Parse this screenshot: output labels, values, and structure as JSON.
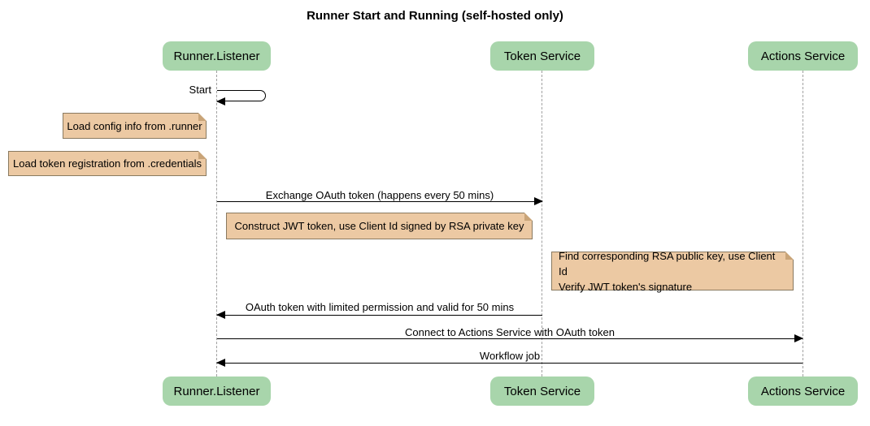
{
  "title": "Runner Start and Running (self-hosted only)",
  "colors": {
    "bg": "#ffffff",
    "text_color": "#000000",
    "actor_fill": "#a8d5ab",
    "note_fill": "#ecc9a3",
    "note_border": "#8a7a60",
    "note_fold": "#c9a478",
    "lifeline_color": "#a0a0a0",
    "arrow_color": "#000000"
  },
  "actors": [
    {
      "id": "runner-listener",
      "label": "Runner.Listener"
    },
    {
      "id": "token-service",
      "label": "Token Service"
    },
    {
      "id": "actions-service",
      "label": "Actions Service"
    }
  ],
  "messages": [
    {
      "label": "Start",
      "type": "self",
      "from": "runner-listener",
      "to": "runner-listener"
    },
    {
      "label": "Exchange OAuth token (happens every 50 mins)",
      "type": "solid",
      "from": "runner-listener",
      "to": "token-service"
    },
    {
      "label": "OAuth token with limited permission and valid for 50 mins",
      "type": "solid",
      "from": "token-service",
      "to": "runner-listener"
    },
    {
      "label": "Connect to Actions Service with OAuth token",
      "type": "solid",
      "from": "runner-listener",
      "to": "actions-service"
    },
    {
      "label": "Workflow job",
      "type": "solid",
      "from": "actions-service",
      "to": "runner-listener"
    }
  ],
  "notes": [
    {
      "position": "left-of runner-listener",
      "lines": [
        "Load config info from .runner"
      ]
    },
    {
      "position": "left-of runner-listener",
      "lines": [
        "Load token registration from .credentials"
      ]
    },
    {
      "position": "right-of runner-listener",
      "lines": [
        "Construct JWT token, use Client Id signed by RSA private key"
      ]
    },
    {
      "position": "left-of actions-service",
      "lines": [
        "Find corresponding RSA public key, use Client Id",
        "Verify JWT token's signature"
      ]
    }
  ]
}
